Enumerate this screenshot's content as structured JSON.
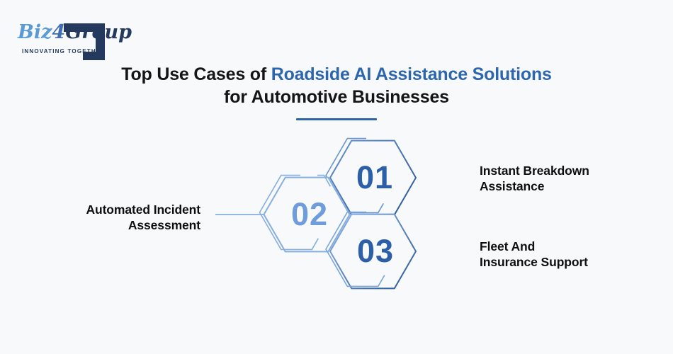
{
  "page": {
    "background": "#f7f9fa"
  },
  "logo": {
    "brand": {
      "part1": "Biz",
      "part2": "4",
      "part3": "Group"
    },
    "tagline": "INNOVATING TOGETHER",
    "colors": {
      "navy": "#24395e",
      "light_blue": "#5b9bd5",
      "mid_blue": "#3f6eb5"
    }
  },
  "title": {
    "line1_prefix": "Top Use Cases of ",
    "line1_highlight": "Roadside AI Assistance Solutions",
    "line2": "for Automotive Businesses",
    "colors": {
      "text": "#151515",
      "highlight": "#2d66ae",
      "divider": "#2e64a5"
    }
  },
  "diagram": {
    "steps": [
      {
        "number": "01",
        "label_line1": "Instant Breakdown",
        "label_line2": "Assistance",
        "side": "right",
        "number_color": "#2d5fa9",
        "outline_color": "#3a6cae"
      },
      {
        "number": "02",
        "label_line1": "Automated Incident",
        "label_line2": "Assessment",
        "side": "left",
        "number_color": "#6f9ddc",
        "outline_color": "#86aede"
      },
      {
        "number": "03",
        "label_line1": "Fleet And",
        "label_line2": "Insurance Support",
        "side": "right",
        "number_color": "#2d5fa9",
        "outline_color": "#3a6cae"
      }
    ]
  }
}
